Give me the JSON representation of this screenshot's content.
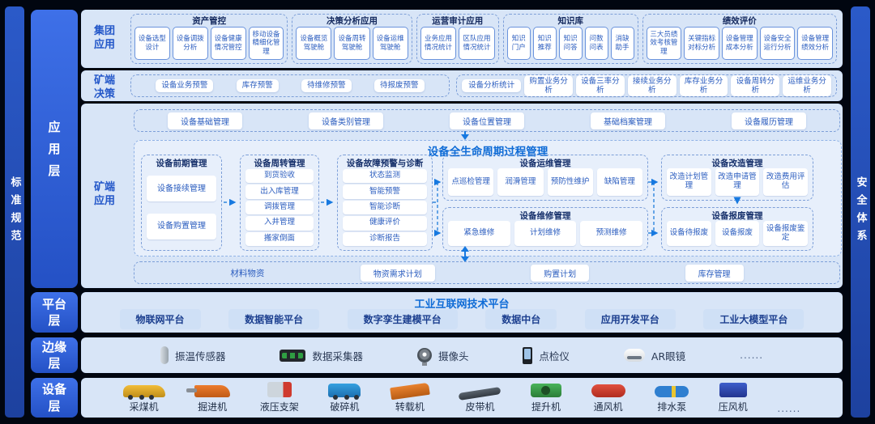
{
  "sidebars": {
    "left": "标准规范",
    "right": "安全体系"
  },
  "layers": {
    "application": "应用层",
    "platform": "平台层",
    "edge": "边缘层",
    "device": "设备层"
  },
  "colors": {
    "accent_blue": "#1779e0",
    "layer_bar_blue": "#2e5bd6",
    "panel_bg": "#d8e5f7",
    "box_text_blue": "#2a5cbf",
    "title_blue": "#0e6bd6",
    "group_title_navy": "#14295e"
  },
  "group_app": {
    "label": "集团应用",
    "groups": [
      {
        "title": "资产管控",
        "items": [
          "设备选型设计",
          "设备调拨分析",
          "设备健康情况管控",
          "移动设备精细化管理"
        ]
      },
      {
        "title": "决策分析应用",
        "items": [
          "设备概览驾驶舱",
          "设备周转驾驶舱",
          "设备运维驾驶舱"
        ]
      },
      {
        "title": "运营审计应用",
        "items": [
          "业务应用情况统计",
          "区队应用情况统计"
        ]
      },
      {
        "title": "知识库",
        "items": [
          "知识门户",
          "知识推荐",
          "知识问答",
          "问数问表",
          "消缺助手"
        ]
      },
      {
        "title": "绩效评价",
        "items": [
          "三大员绩效考核管理",
          "关键指标对标分析",
          "设备管理成本分析",
          "设备安全运行分析",
          "设备管理绩效分析"
        ]
      }
    ]
  },
  "mine_decision": {
    "label": "矿端决策",
    "warning_items": [
      "设备业务预警",
      "库存预警",
      "待维修预警",
      "待报废预警"
    ],
    "analysis_items": [
      "设备分析统计",
      "购置业务分析",
      "设备三率分析",
      "接续业务分析",
      "库存业务分析",
      "设备周转分析",
      "运维业务分析"
    ]
  },
  "mine_app": {
    "label": "矿端应用",
    "base_row": [
      "设备基础管理",
      "设备类别管理",
      "设备位置管理",
      "基础档案管理",
      "设备履历管理"
    ],
    "lifecycle": {
      "title": "设备全生命周期过程管理",
      "groups": {
        "early": {
          "title": "设备前期管理",
          "items": [
            "设备接续管理",
            "设备购置管理"
          ]
        },
        "turnover": {
          "title": "设备周转管理",
          "items": [
            "到货验收",
            "出入库管理",
            "调拨管理",
            "入井管理",
            "搬家倒面"
          ]
        },
        "fault": {
          "title": "设备故障预警与诊断",
          "items": [
            "状态监测",
            "智能预警",
            "智能诊断",
            "健康评价",
            "诊断报告"
          ]
        },
        "om": {
          "title": "设备运维管理",
          "items": [
            "点巡检管理",
            "润滑管理",
            "预防性维护",
            "缺陷管理"
          ]
        },
        "repair": {
          "title": "设备维修管理",
          "items": [
            "紧急维修",
            "计划维修",
            "预测维修"
          ]
        },
        "retrofit": {
          "title": "设备改造管理",
          "items": [
            "改造计划管理",
            "改造申请管理",
            "改造费用评估"
          ]
        },
        "scrap": {
          "title": "设备报废管理",
          "items": [
            "设备待报废",
            "设备报废",
            "设备报废鉴定"
          ]
        }
      }
    },
    "material_row": [
      "材料物资",
      "物资需求计划",
      "购置计划",
      "库存管理"
    ]
  },
  "platform": {
    "title": "工业互联网技术平台",
    "items": [
      "物联网平台",
      "数据智能平台",
      "数字孪生建模平台",
      "数据中台",
      "应用开发平台",
      "工业大模型平台"
    ]
  },
  "edge": {
    "items": [
      {
        "icon": "vibration-temp-sensor",
        "label": "振温传感器"
      },
      {
        "icon": "data-collector",
        "label": "数据采集器"
      },
      {
        "icon": "camera",
        "label": "摄像头"
      },
      {
        "icon": "inspection-device",
        "label": "点检仪"
      },
      {
        "icon": "ar-glasses",
        "label": "AR眼镜"
      },
      {
        "icon": "ellipsis",
        "label": "......"
      }
    ]
  },
  "device": {
    "items": [
      {
        "icon": "shearer",
        "label": "采煤机",
        "color": "#e0a526"
      },
      {
        "icon": "roadheader",
        "label": "掘进机",
        "color": "#d9642a"
      },
      {
        "icon": "hydraulic-support",
        "label": "液压支架",
        "color": "#c6ced6"
      },
      {
        "icon": "crusher",
        "label": "破碎机",
        "color": "#2792d8"
      },
      {
        "icon": "transfer-conveyor",
        "label": "转载机",
        "color": "#dd7a2a"
      },
      {
        "icon": "belt-conveyor",
        "label": "皮带机",
        "color": "#4a5560"
      },
      {
        "icon": "hoist",
        "label": "提升机",
        "color": "#3b9e4a"
      },
      {
        "icon": "ventilator",
        "label": "通风机",
        "color": "#d03a30"
      },
      {
        "icon": "drainage-pump",
        "label": "排水泵",
        "color": "#2f7fd0"
      },
      {
        "icon": "air-compressor",
        "label": "压风机",
        "color": "#2b4fc0"
      },
      {
        "icon": "ellipsis",
        "label": "......"
      }
    ]
  }
}
